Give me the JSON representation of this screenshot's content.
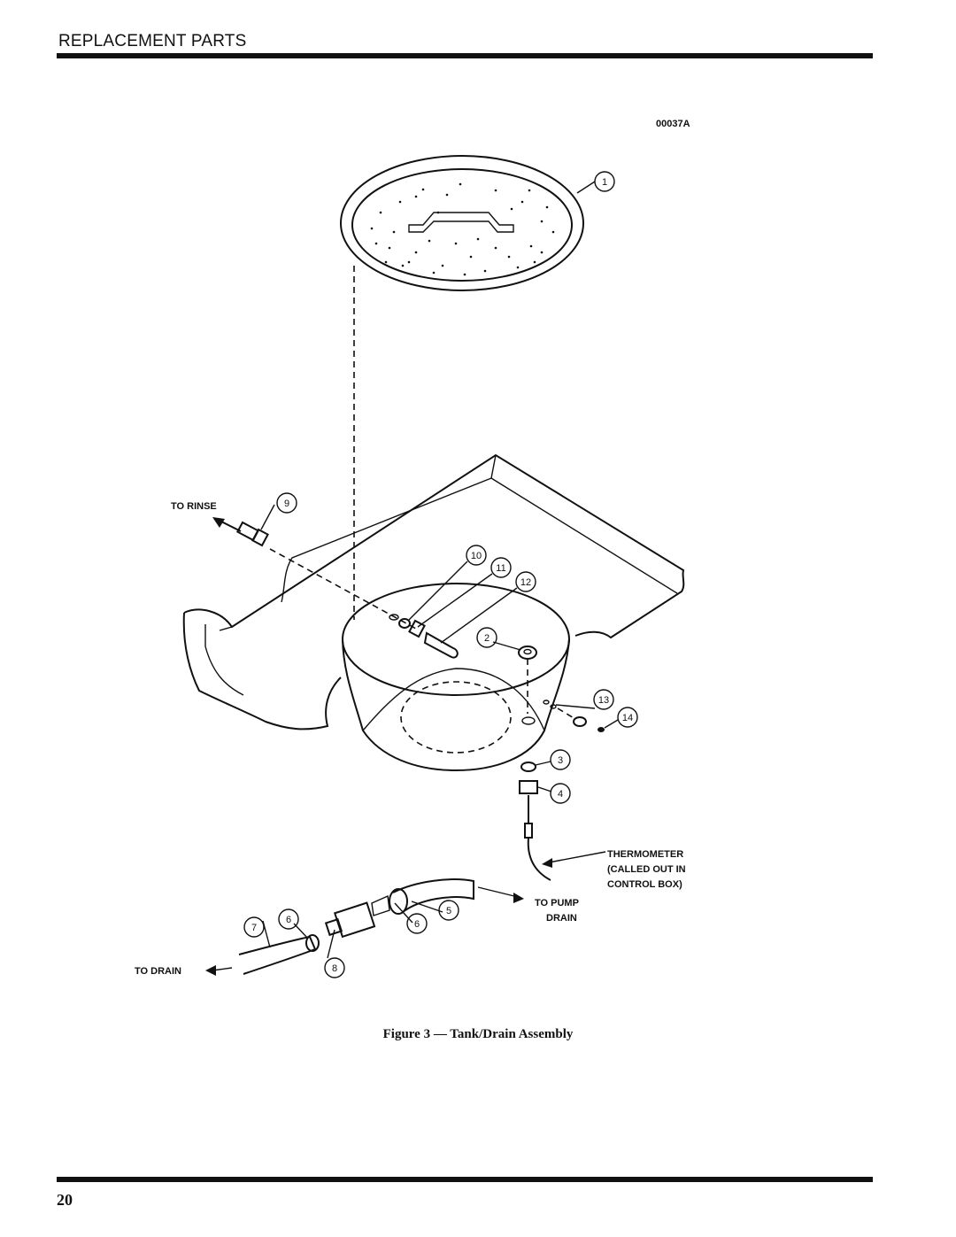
{
  "header": {
    "section_title": "REPLACEMENT PARTS"
  },
  "figure": {
    "code": "00037A",
    "caption": "Figure 3 — Tank/Drain Assembly",
    "labels": {
      "to_rinse": "TO RINSE",
      "thermometer_1": "THERMOMETER",
      "thermometer_2": "(CALLED OUT IN",
      "thermometer_3": "CONTROL BOX)",
      "to_pump_1": "TO PUMP",
      "to_pump_2": "DRAIN",
      "to_drain": "TO DRAIN"
    },
    "callouts": [
      "1",
      "2",
      "3",
      "4",
      "5",
      "6",
      "6",
      "7",
      "8",
      "9",
      "10",
      "11",
      "12",
      "13",
      "14"
    ]
  },
  "footer": {
    "page_number": "20"
  }
}
